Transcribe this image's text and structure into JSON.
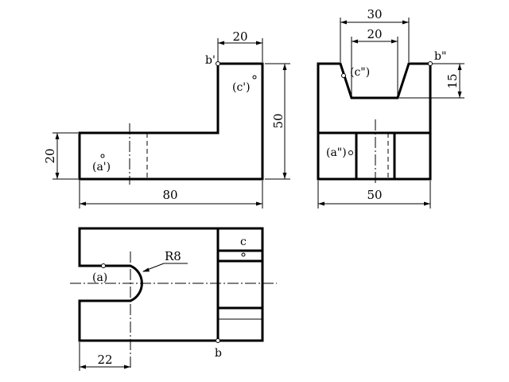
{
  "front_view": {
    "dims": {
      "top_width": "20",
      "height": "50",
      "left_height": "20",
      "length": "80"
    },
    "points": {
      "b": "b'",
      "c": "(c')",
      "a": "(a')"
    }
  },
  "side_view": {
    "dims": {
      "top_outer": "30",
      "top_inner": "20",
      "depth": "15",
      "width": "50"
    },
    "points": {
      "b": "b\"",
      "c": "(c\")",
      "a": "(a\")"
    }
  },
  "top_view": {
    "dims": {
      "radius": "R8",
      "offset": "22"
    },
    "points": {
      "c": "c",
      "a": "(a)",
      "b": "b"
    }
  }
}
